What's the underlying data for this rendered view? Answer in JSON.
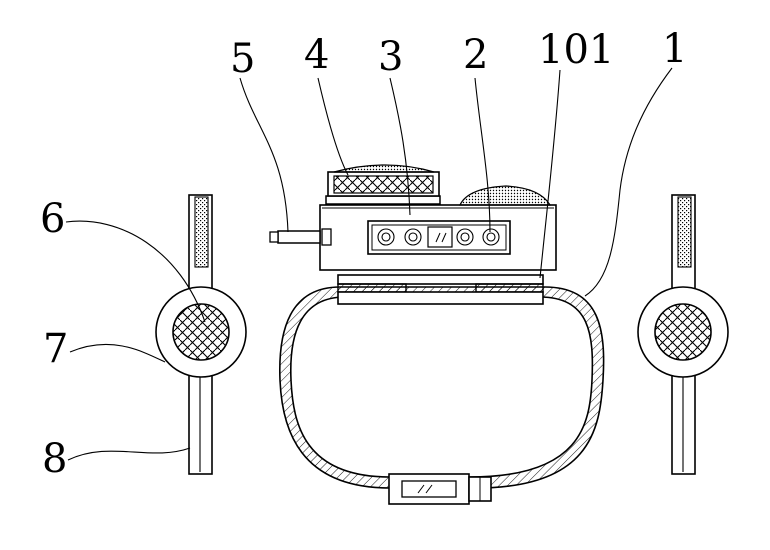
{
  "labels": {
    "l5": "5",
    "l4": "4",
    "l3": "3",
    "l2": "2",
    "l101": "101",
    "l1": "1",
    "l6": "6",
    "l7": "7",
    "l8": "8"
  }
}
